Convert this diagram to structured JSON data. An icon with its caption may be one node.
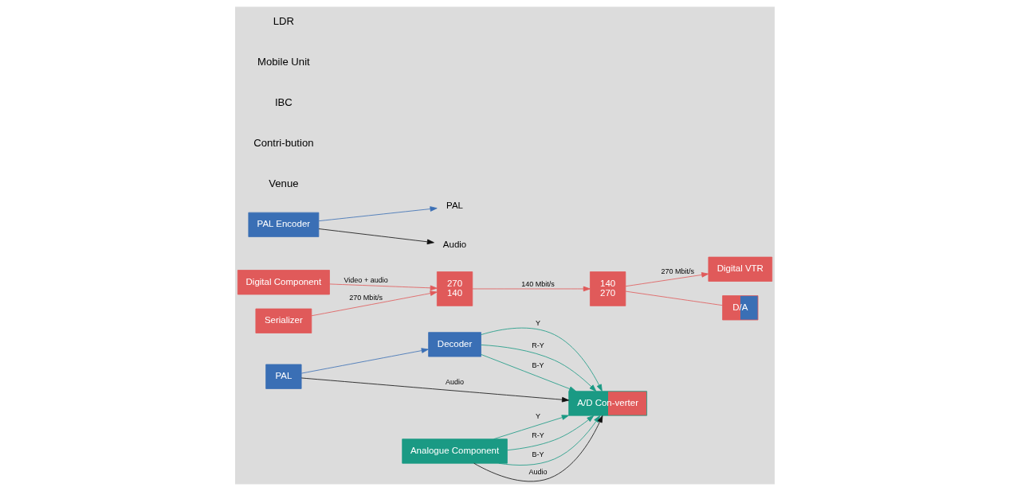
{
  "diagram": {
    "nodes": [
      {
        "text": [
          "PAL"
        ]
      },
      {
        "text": [
          "Decoder"
        ]
      },
      {
        "text": [
          "Analogue Component"
        ]
      },
      {
        "text": [
          "Digital Component"
        ]
      },
      {
        "text": [
          "A/D Con-verter"
        ]
      },
      {
        "text": [
          "Serializer"
        ]
      },
      {
        "text": [
          "270",
          "140"
        ]
      },
      {
        "text": [
          "140",
          "270"
        ]
      },
      {
        "text": [
          "Digital VTR"
        ]
      },
      {
        "text": [
          "D/A"
        ]
      },
      {
        "text": [
          "PAL Encoder"
        ]
      },
      {
        "text": [
          "PAL"
        ]
      },
      {
        "text": [
          "Audio"
        ]
      }
    ],
    "edges": [
      {
        "from": 0,
        "to": 1,
        "arrow": "to",
        "color": "#3a6fb5"
      },
      {
        "from": 1,
        "to": 4,
        "arrow": "to",
        "label": "Y"
      },
      {
        "from": 1,
        "to": 4,
        "arrow": "to",
        "label": "R-Y"
      },
      {
        "from": 1,
        "to": 4,
        "arrow": "to",
        "label": "B-Y"
      },
      {
        "from": 0,
        "to": 4,
        "arrow": "to",
        "label": "Audio",
        "color": "#111111"
      },
      {
        "from": 2,
        "to": 4,
        "arrow": "to",
        "label": "Y"
      },
      {
        "from": 2,
        "to": 4,
        "arrow": "to",
        "label": "R-Y"
      },
      {
        "from": 2,
        "to": 4,
        "arrow": "to",
        "label": "B-Y"
      },
      {
        "from": 2,
        "to": 4,
        "arrow": "to",
        "label": "Audio",
        "color": "#111111"
      },
      {
        "from": 5,
        "to": 6,
        "arrow": "to",
        "label": "270 Mbit/s",
        "color": "#e05a5a"
      },
      {
        "from": 3,
        "to": 6,
        "arrow": "to",
        "label": "Video + audio",
        "color": "#e05a5a"
      },
      {
        "from": 6,
        "to": 7,
        "arrow": "to",
        "label": "140 Mbit/s",
        "color": "#e05a5a"
      },
      {
        "from": 7,
        "to": 8,
        "arrow": "to",
        "label": "270 Mbit/s",
        "color": "#e05a5a"
      },
      {
        "from": 7,
        "to": 9,
        "arrow": "none",
        "color": "#e05a5a"
      },
      {
        "from": 10,
        "to": 11,
        "arrow": "to",
        "color": "#3a6fb5"
      },
      {
        "from": 10,
        "to": 12,
        "arrow": "to",
        "color": "#111111"
      }
    ],
    "labels": [
      "Venue",
      "Contri-bution",
      "IBC",
      "Mobile Unit",
      "LDR"
    ]
  }
}
